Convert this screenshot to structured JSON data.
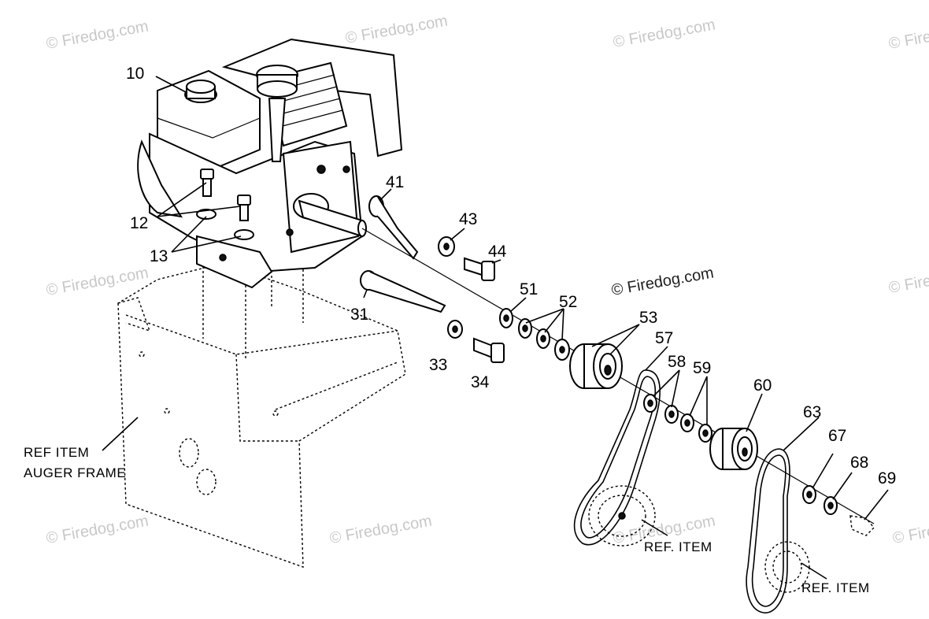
{
  "watermark": {
    "text": "© Firedog.com",
    "color": "#c8c8c8"
  },
  "callouts": [
    {
      "id": "10",
      "text": "10"
    },
    {
      "id": "12",
      "text": "12"
    },
    {
      "id": "13",
      "text": "13"
    },
    {
      "id": "31",
      "text": "31"
    },
    {
      "id": "33",
      "text": "33"
    },
    {
      "id": "34",
      "text": "34"
    },
    {
      "id": "41",
      "text": "41"
    },
    {
      "id": "43",
      "text": "43"
    },
    {
      "id": "44",
      "text": "44"
    },
    {
      "id": "51",
      "text": "51"
    },
    {
      "id": "52",
      "text": "52"
    },
    {
      "id": "53",
      "text": "53"
    },
    {
      "id": "57",
      "text": "57"
    },
    {
      "id": "58",
      "text": "58"
    },
    {
      "id": "59",
      "text": "59"
    },
    {
      "id": "60",
      "text": "60"
    },
    {
      "id": "63",
      "text": "63"
    },
    {
      "id": "67",
      "text": "67"
    },
    {
      "id": "68",
      "text": "68"
    },
    {
      "id": "69",
      "text": "69"
    }
  ],
  "reference_labels": {
    "auger_frame_line1": "REF ITEM",
    "auger_frame_line2": "AUGER FRAME",
    "ref_item_1": "REF. ITEM",
    "ref_item_2": "REF. ITEM"
  }
}
